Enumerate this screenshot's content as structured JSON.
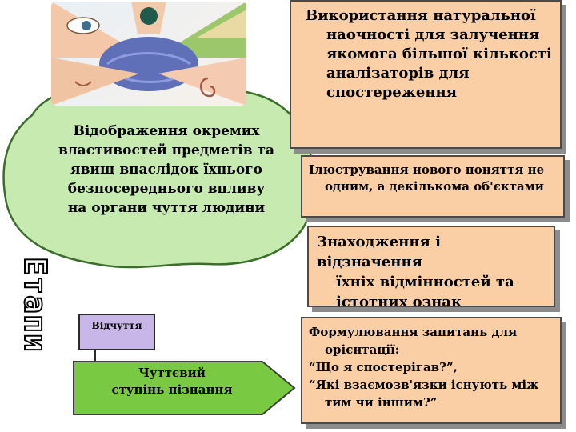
{
  "definition": {
    "line1": "Відображення окремих",
    "line2": "властивостей предметів та",
    "line3": "явищ внаслідок їхнього",
    "line4": "безпосереднього впливу",
    "line5": "на органи чуття людини"
  },
  "stages_label": "Етапи",
  "cards": {
    "visual": {
      "line1": "Використання натуральної",
      "line2": "наочності для залучення",
      "line3": "якомога більшої кількості",
      "line4": "аналізаторів для",
      "line5": "спостереження"
    },
    "illustration": {
      "line1": "Ілюстрування нового поняття не",
      "line2": "одним, а декількома об'єктами"
    },
    "differences": {
      "line1": "Знаходження і відзначення",
      "line2": "їхніх відмінностей та",
      "line3": "істотних ознак"
    },
    "questions": {
      "line1": "Формулювання запитань для",
      "line2": "орієнтації:",
      "line3": "“Що я спостерігав?”,",
      "line4": "“Які взаємозв'язки існують між",
      "line5": "тим чи іншим?”"
    }
  },
  "sensation_box": "Відчуття",
  "sensory_stage": {
    "line1": "Чуттєвий",
    "line2": "ступінь пізнання"
  },
  "colors": {
    "cards": "#fbcfa6",
    "cloud": "#c6eab0",
    "arrow": "#7ac943",
    "sensation": "#c9b6e8"
  }
}
